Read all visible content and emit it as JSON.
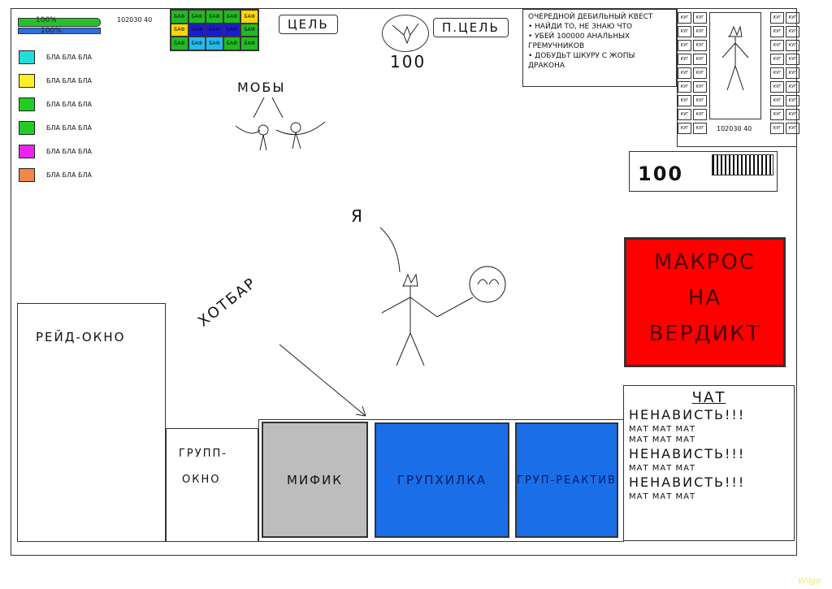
{
  "player": {
    "hp_label": "100%",
    "mana_label": "100%",
    "currency": "102030 40"
  },
  "buffs": [
    {
      "label": "БАФ",
      "color": "#22bb22"
    },
    {
      "label": "БАФ",
      "color": "#22bb22"
    },
    {
      "label": "БАФ",
      "color": "#22bb22"
    },
    {
      "label": "БАФ",
      "color": "#22bb22"
    },
    {
      "label": "БАФ",
      "color": "#ffd700"
    },
    {
      "label": "БАФ",
      "color": "#ffd700"
    },
    {
      "label": "БАФ",
      "color": "#1a1ad9"
    },
    {
      "label": "БАФ",
      "color": "#1a1ad9"
    },
    {
      "label": "БАФ",
      "color": "#1a1ad9"
    },
    {
      "label": "БАФ",
      "color": "#22bb22"
    },
    {
      "label": "БАФ",
      "color": "#22bb22"
    },
    {
      "label": "БАФ",
      "color": "#22bbee"
    },
    {
      "label": "БАФ",
      "color": "#22bbee"
    },
    {
      "label": "БАФ",
      "color": "#22bb22"
    },
    {
      "label": "БАФ",
      "color": "#22bb22"
    }
  ],
  "legend": [
    {
      "label": "БЛА БЛА БЛА",
      "color": "#22dddd"
    },
    {
      "label": "БЛА БЛА БЛА",
      "color": "#ffee22"
    },
    {
      "label": "БЛА БЛА БЛА",
      "color": "#22cc22"
    },
    {
      "label": "БЛА БЛА БЛА",
      "color": "#22cc22"
    },
    {
      "label": "БЛА БЛА БЛА",
      "color": "#ee22ee"
    },
    {
      "label": "БЛА БЛА БЛА",
      "color": "#f08848"
    }
  ],
  "target": {
    "label": "ЦЕЛЬ",
    "hp": "100",
    "sub_target_label": "П.ЦЕЛЬ"
  },
  "quests": [
    "ОЧЕРЕДНОЙ ДЕБИЛЬНЫЙ КВЕСТ",
    "• НАЙДИ ТО, НЕ ЗНАЮ ЧТО",
    "• УБЕЙ 100000 АНАЛЬНЫХ",
    "ГРЕМУЧНИКОВ",
    "• ДОБУДЬТ ШКУРУ С ЖОПЫ",
    "ДРАКОНА"
  ],
  "inventory": {
    "cell_label": "КУГ",
    "currency": "102030 40"
  },
  "pet": {
    "hp": "100"
  },
  "annotations": {
    "mobs": "МОБЫ",
    "me": "Я",
    "hotbar": "ХОТБАР"
  },
  "raid": {
    "label": "РЕЙД-ОКНО"
  },
  "group": {
    "line1": "ГРУПП-",
    "line2": "ОКНО"
  },
  "hotbar": [
    {
      "label": "МИФИК",
      "color": "#bdbdbd"
    },
    {
      "label": "ГРУПХИЛКА",
      "color": "#1a6fe8"
    },
    {
      "label": "ГРУП-РЕАКТИВ",
      "color": "#1a6fe8"
    }
  ],
  "macro": {
    "line1": "МАКРОС",
    "line2": "НА",
    "line3": "ВЕРДИКТ",
    "color": "#ff0000"
  },
  "chat": {
    "title": "ЧАТ",
    "lines": [
      {
        "text": "НЕНАВИСТЬ!!!",
        "style": "h"
      },
      {
        "text": "МАТ МАТ МАТ",
        "style": "l"
      },
      {
        "text": "МАТ МАТ МАТ",
        "style": "l"
      },
      {
        "text": "НЕНАВИСТЬ!!!",
        "style": "h"
      },
      {
        "text": "МАТ МАТ МАТ",
        "style": "l"
      },
      {
        "text": "НЕНАВИСТЬ!!!",
        "style": "h"
      },
      {
        "text": "МАТ МАТ МАТ",
        "style": "l"
      }
    ]
  },
  "watermark": "Wilgo"
}
